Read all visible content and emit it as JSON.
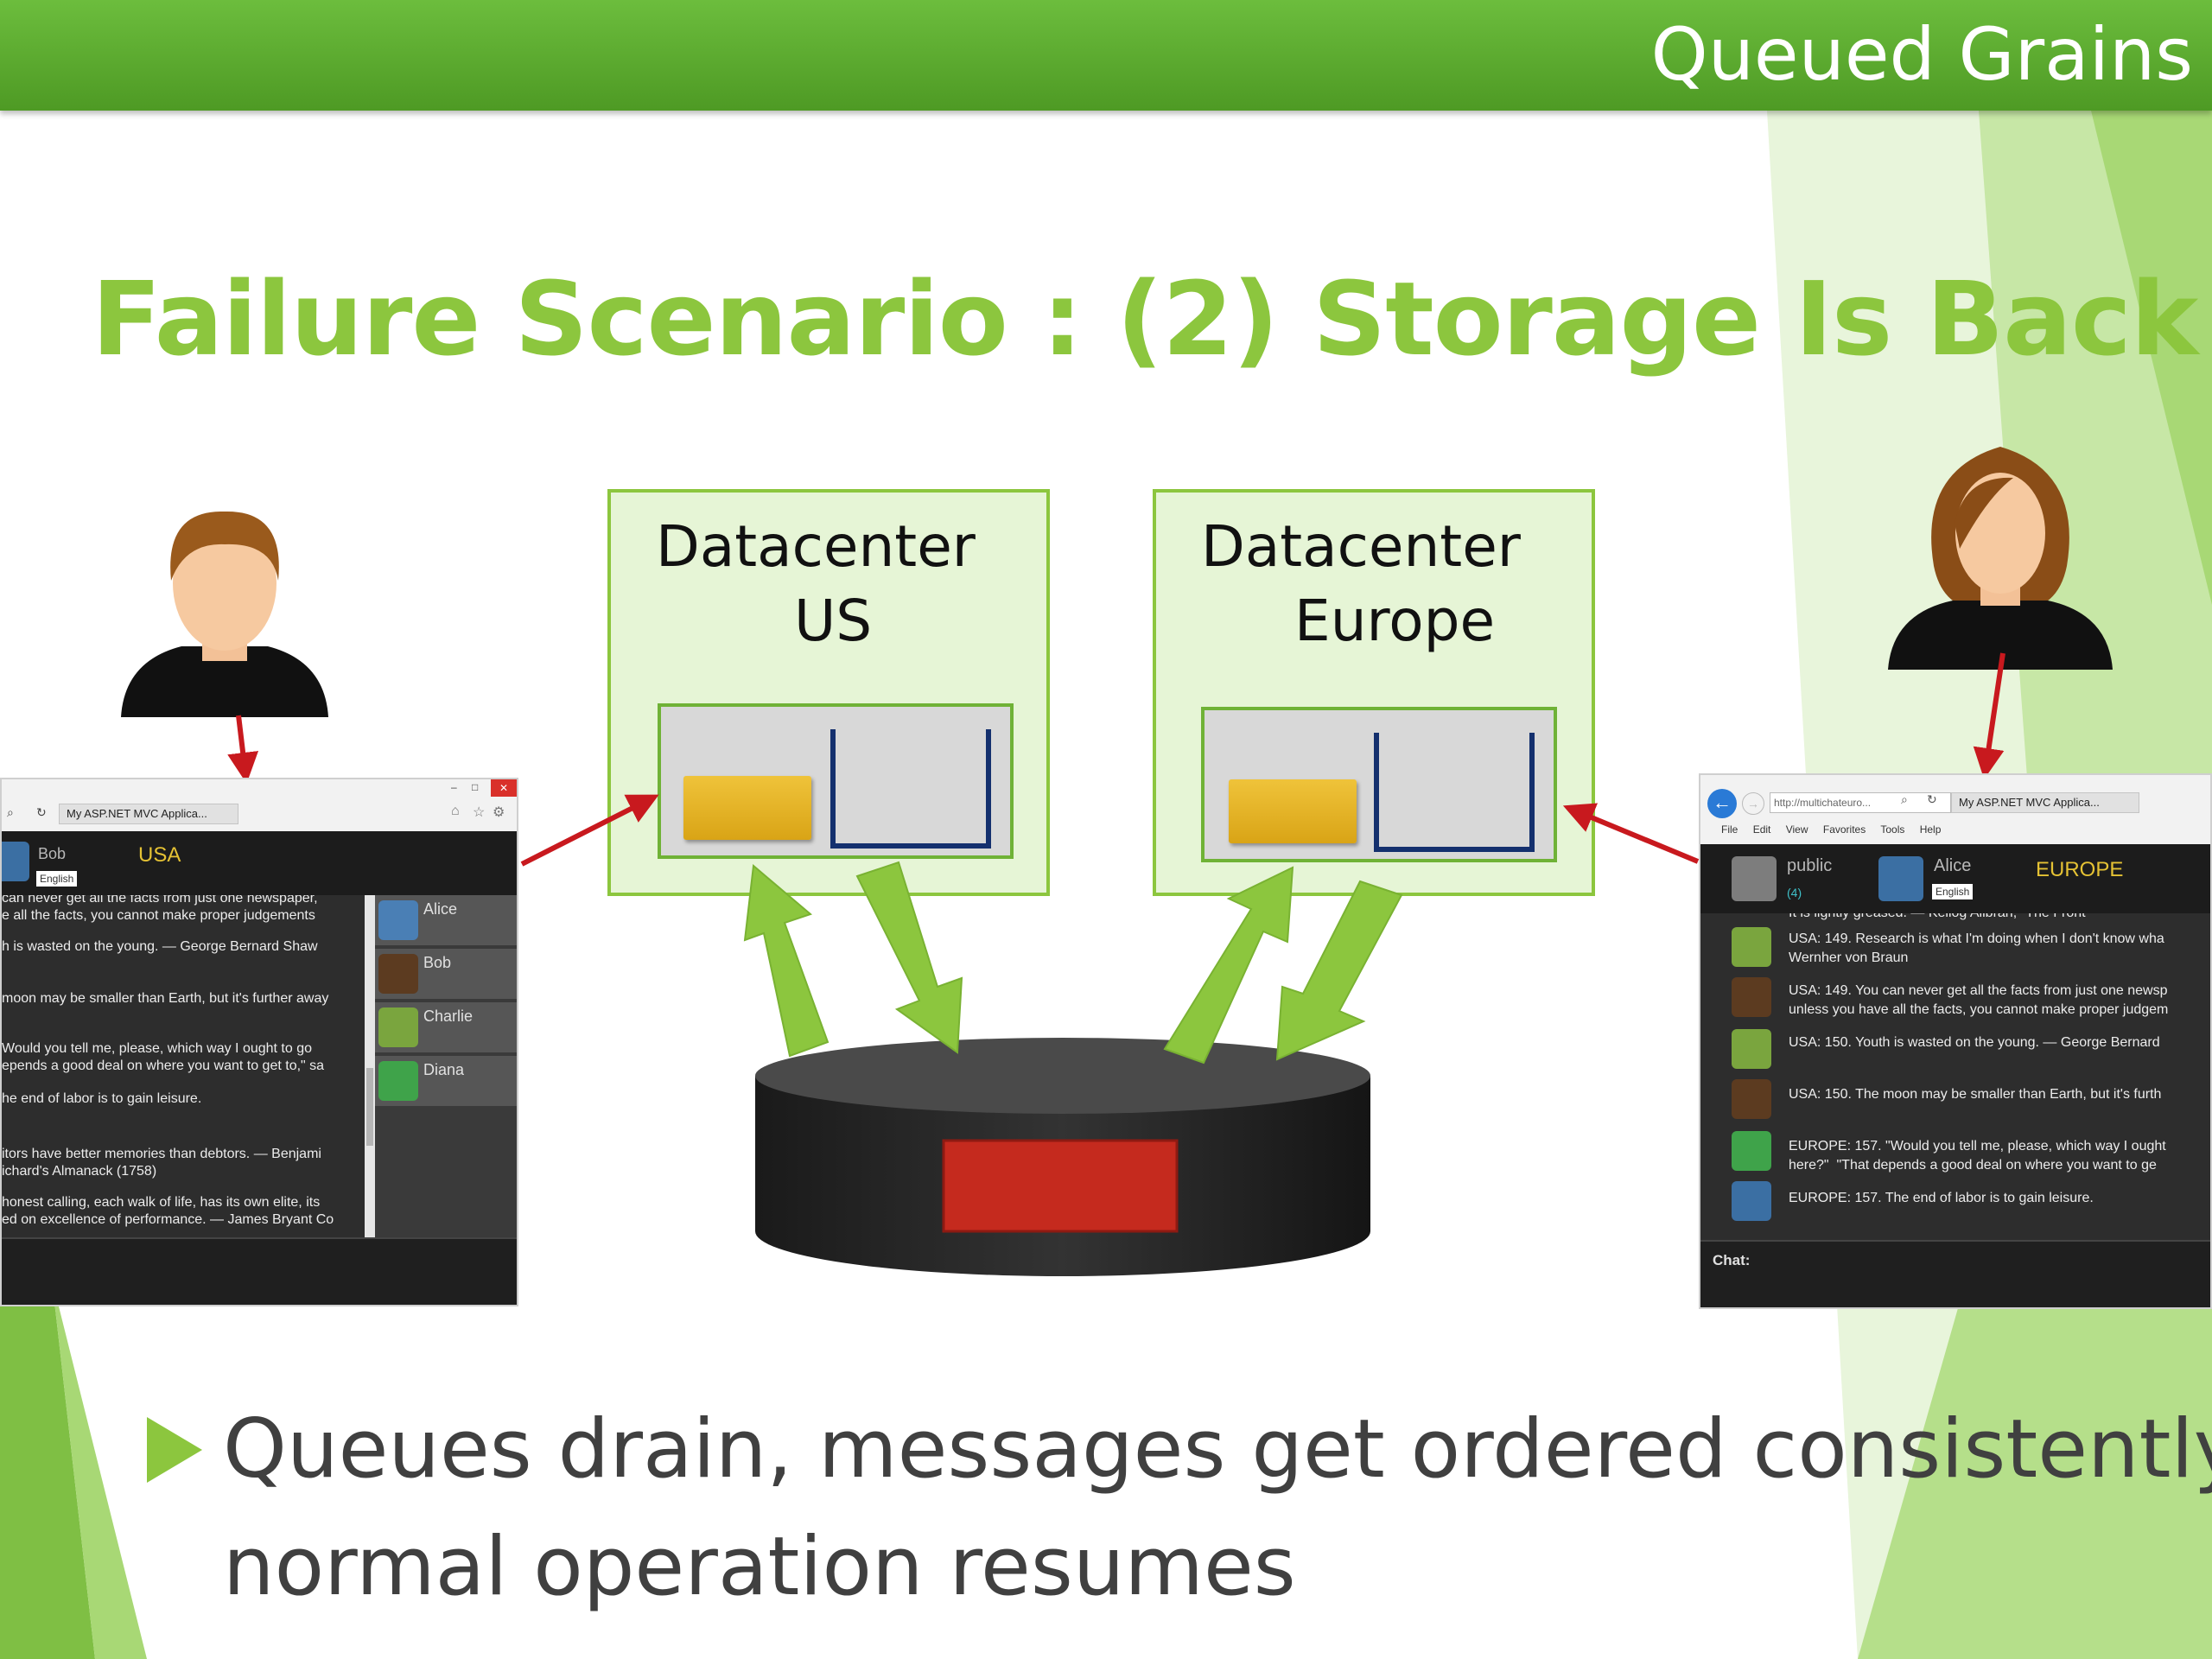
{
  "header": {
    "title": "Queued Grains"
  },
  "slide": {
    "title": "Failure Scenario : (2) Storage Is Back",
    "bullet": {
      "line1": "Queues drain, messages get ordered consistently,",
      "line2": "normal operation resumes"
    }
  },
  "datacenters": [
    {
      "line1": "Datacenter",
      "line2": "US"
    },
    {
      "line1": "Datacenter",
      "line2": "Europe"
    }
  ],
  "left_browser": {
    "tab": "My ASP.NET MVC Applica...",
    "user": "Bob",
    "region": "USA",
    "language": "English",
    "messages": [
      "can never get all the facts from just one newspaper,",
      "e all the facts, you cannot make proper judgements",
      "h is wasted on the young. — George Bernard Shaw",
      "moon may be smaller than Earth, but it's further away",
      "Would you tell me, please, which way I ought to go",
      "epends a good deal on where you want to get to,\" sa",
      "he end of labor is to gain leisure.",
      "itors have better memories than debtors. — Benjami",
      "ichard's Almanack (1758)",
      "honest calling, each walk of life, has its own elite, its",
      "ed on excellence of performance. — James Bryant Co"
    ],
    "users": [
      "Alice",
      "Bob",
      "Charlie",
      "Diana"
    ]
  },
  "right_browser": {
    "address": "http://multichateuro...",
    "tab": "My ASP.NET MVC Applica...",
    "menu": [
      "File",
      "Edit",
      "View",
      "Favorites",
      "Tools",
      "Help"
    ],
    "channel": "public",
    "channel_count": "(4)",
    "user": "Alice",
    "language": "English",
    "region": "EUROPE",
    "messages": [
      "It is lightly greased. — Kellog Allbran, \"The Front",
      "USA: 149. Research is what I'm doing when I don't know wha",
      "Wernher von Braun",
      "USA: 149. You can never get all the facts from just one newsp",
      "unless you have all the facts, you cannot make proper judgem",
      "USA: 150. Youth is wasted on the young. — George Bernard",
      "USA: 150. The moon may be smaller than Earth, but it's furth",
      "EUROPE: 157. \"Would you tell me, please, which way I ought",
      "here?\"  \"That depends a good deal on where you want to ge",
      "EUROPE: 157. The end of labor is to gain leisure."
    ],
    "chat_label": "Chat:"
  },
  "colors": {
    "accent": "#8cc63e",
    "header": "#5aa82c",
    "arrow_red": "#c8191e",
    "storage_red": "#c52a1e",
    "queue_item": "#e3b12a"
  }
}
